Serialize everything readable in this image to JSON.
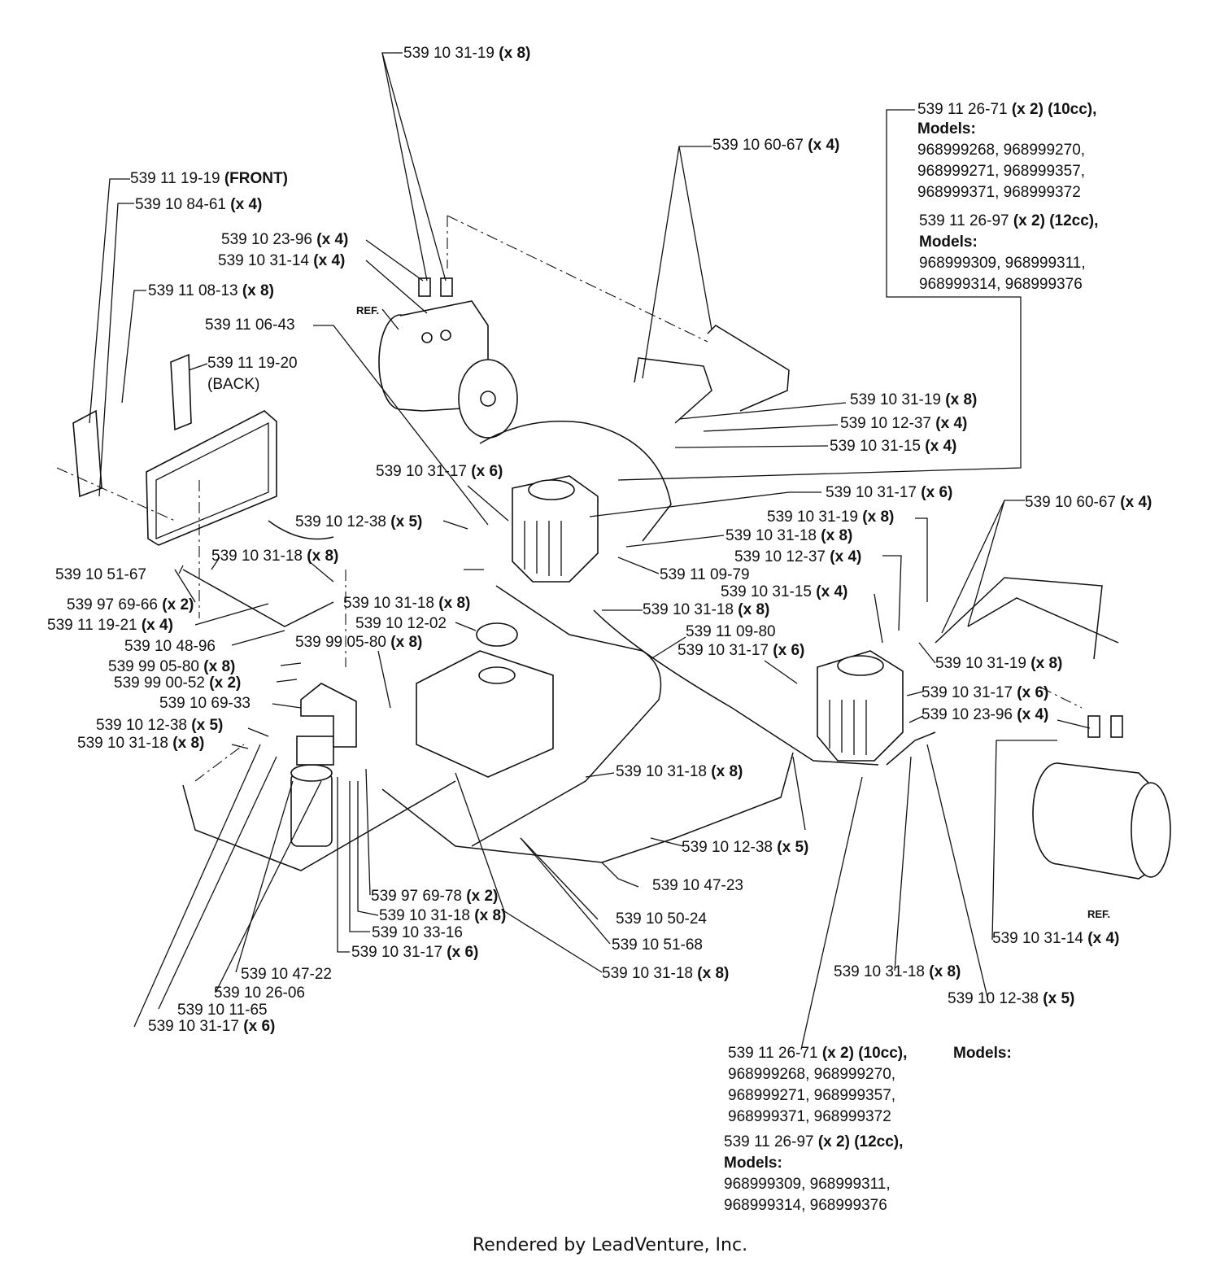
{
  "labels": [
    {
      "text": "539 10 31-19",
      "bold": "(x 8)"
    },
    {
      "text": "539 10 60-67",
      "bold": "(x 4)"
    },
    {
      "text": "539 11 26-71",
      "bold": "(x 2) (10cc),"
    },
    {
      "text": "Models:",
      "bold": ""
    },
    {
      "text": "968999268, 968999270,",
      "bold": ""
    },
    {
      "text": "968999271, 968999357,",
      "bold": ""
    },
    {
      "text": "968999371, 968999372",
      "bold": ""
    },
    {
      "text": "539 11 26-97",
      "bold": "(x 2) (12cc),"
    },
    {
      "text": "Models:",
      "bold": ""
    },
    {
      "text": "968999309, 968999311,",
      "bold": ""
    },
    {
      "text": "968999314, 968999376",
      "bold": ""
    },
    {
      "text": "539 11 19-19",
      "bold": "(FRONT)"
    },
    {
      "text": "539 10 84-61",
      "bold": "(x 4)"
    },
    {
      "text": "539 10 23-96",
      "bold": "(x 4)"
    },
    {
      "text": "539 10 31-14",
      "bold": "(x 4)"
    },
    {
      "text": "539 11 08-13",
      "bold": "(x 8)"
    },
    {
      "text": "539 11 06-43",
      "bold": ""
    },
    {
      "text": "539 11 19-20",
      "bold": ""
    },
    {
      "text": "(BACK)",
      "bold": ""
    },
    {
      "text": "539 10 31-19",
      "bold": "(x 8)"
    },
    {
      "text": "539 10 12-37",
      "bold": "(x 4)"
    },
    {
      "text": "539 10 31-15",
      "bold": "(x 4)"
    },
    {
      "text": "539 10 31-17",
      "bold": "(x 6)"
    },
    {
      "text": "539 10 31-17",
      "bold": "(x 6)"
    },
    {
      "text": "539 10 60-67",
      "bold": "(x 4)"
    },
    {
      "text": "539 10 31-19",
      "bold": "(x 8)"
    },
    {
      "text": "539 10 12-38",
      "bold": "(x 5)"
    },
    {
      "text": "539 10 31-18",
      "bold": "(x 8)"
    },
    {
      "text": "539 10 12-37",
      "bold": "(x 4)"
    },
    {
      "text": "539 10 31-18",
      "bold": "(x 8)"
    },
    {
      "text": "539 11 09-79",
      "bold": ""
    },
    {
      "text": "539 10 51-67",
      "bold": ""
    },
    {
      "text": "539 10 31-15",
      "bold": "(x 4)"
    },
    {
      "text": "539 97 69-66",
      "bold": "(x 2)"
    },
    {
      "text": "539 10 31-18",
      "bold": "(x 8)"
    },
    {
      "text": "539 10 31-18",
      "bold": "(x 8)"
    },
    {
      "text": "539 11 19-21",
      "bold": "(x 4)"
    },
    {
      "text": "539 10 12-02",
      "bold": ""
    },
    {
      "text": "539 11 09-80",
      "bold": ""
    },
    {
      "text": "539 10 48-96",
      "bold": ""
    },
    {
      "text": "539 99 05-80",
      "bold": "(x 8)"
    },
    {
      "text": "539 10 31-17",
      "bold": "(x 6)"
    },
    {
      "text": "539 99 05-80",
      "bold": "(x 8)"
    },
    {
      "text": "539 10 31-19",
      "bold": "(x 8)"
    },
    {
      "text": "539 99 00-52",
      "bold": "(x 2)"
    },
    {
      "text": "539 10 69-33",
      "bold": ""
    },
    {
      "text": "539 10 31-17",
      "bold": "(x 6)"
    },
    {
      "text": "539 10 23-96",
      "bold": "(x 4)"
    },
    {
      "text": "539 10 12-38",
      "bold": "(x 5)"
    },
    {
      "text": "539 10 31-18",
      "bold": "(x 8)"
    },
    {
      "text": "539 10 31-18",
      "bold": "(x 8)"
    },
    {
      "text": "539 10 12-38",
      "bold": "(x 5)"
    },
    {
      "text": "539 10 47-23",
      "bold": ""
    },
    {
      "text": "539 97 69-78",
      "bold": "(x 2)"
    },
    {
      "text": "539 10 31-18",
      "bold": "(x 8)"
    },
    {
      "text": "539 10 50-24",
      "bold": ""
    },
    {
      "text": "539 10 33-16",
      "bold": ""
    },
    {
      "text": "539 10 51-68",
      "bold": ""
    },
    {
      "text": "539 10 31-14",
      "bold": "(x 4)"
    },
    {
      "text": "539 10 31-17",
      "bold": "(x 6)"
    },
    {
      "text": "539 10 31-18",
      "bold": "(x 8)"
    },
    {
      "text": "539 10 31-18",
      "bold": "(x 8)"
    },
    {
      "text": "539 10 47-22",
      "bold": ""
    },
    {
      "text": "539 10 12-38",
      "bold": "(x 5)"
    },
    {
      "text": "539 10 26-06",
      "bold": ""
    },
    {
      "text": "539 10 11-65",
      "bold": ""
    },
    {
      "text": "539 10 31-17",
      "bold": "(x 6)"
    },
    {
      "text": "539 11 26-71",
      "bold": "(x 2) (10cc),"
    },
    {
      "text": "Models:",
      "bold": ""
    },
    {
      "text": "968999268, 968999270,",
      "bold": ""
    },
    {
      "text": "968999271, 968999357,",
      "bold": ""
    },
    {
      "text": "968999371, 968999372",
      "bold": ""
    },
    {
      "text": "539 11 26-97",
      "bold": "(x 2) (12cc),"
    },
    {
      "text": "Models:",
      "bold": ""
    },
    {
      "text": "968999309, 968999311,",
      "bold": ""
    },
    {
      "text": "968999314, 968999376",
      "bold": ""
    }
  ],
  "ref_labels": [
    "REF.",
    "REF."
  ],
  "footer": "Rendered by LeadVenture, Inc."
}
